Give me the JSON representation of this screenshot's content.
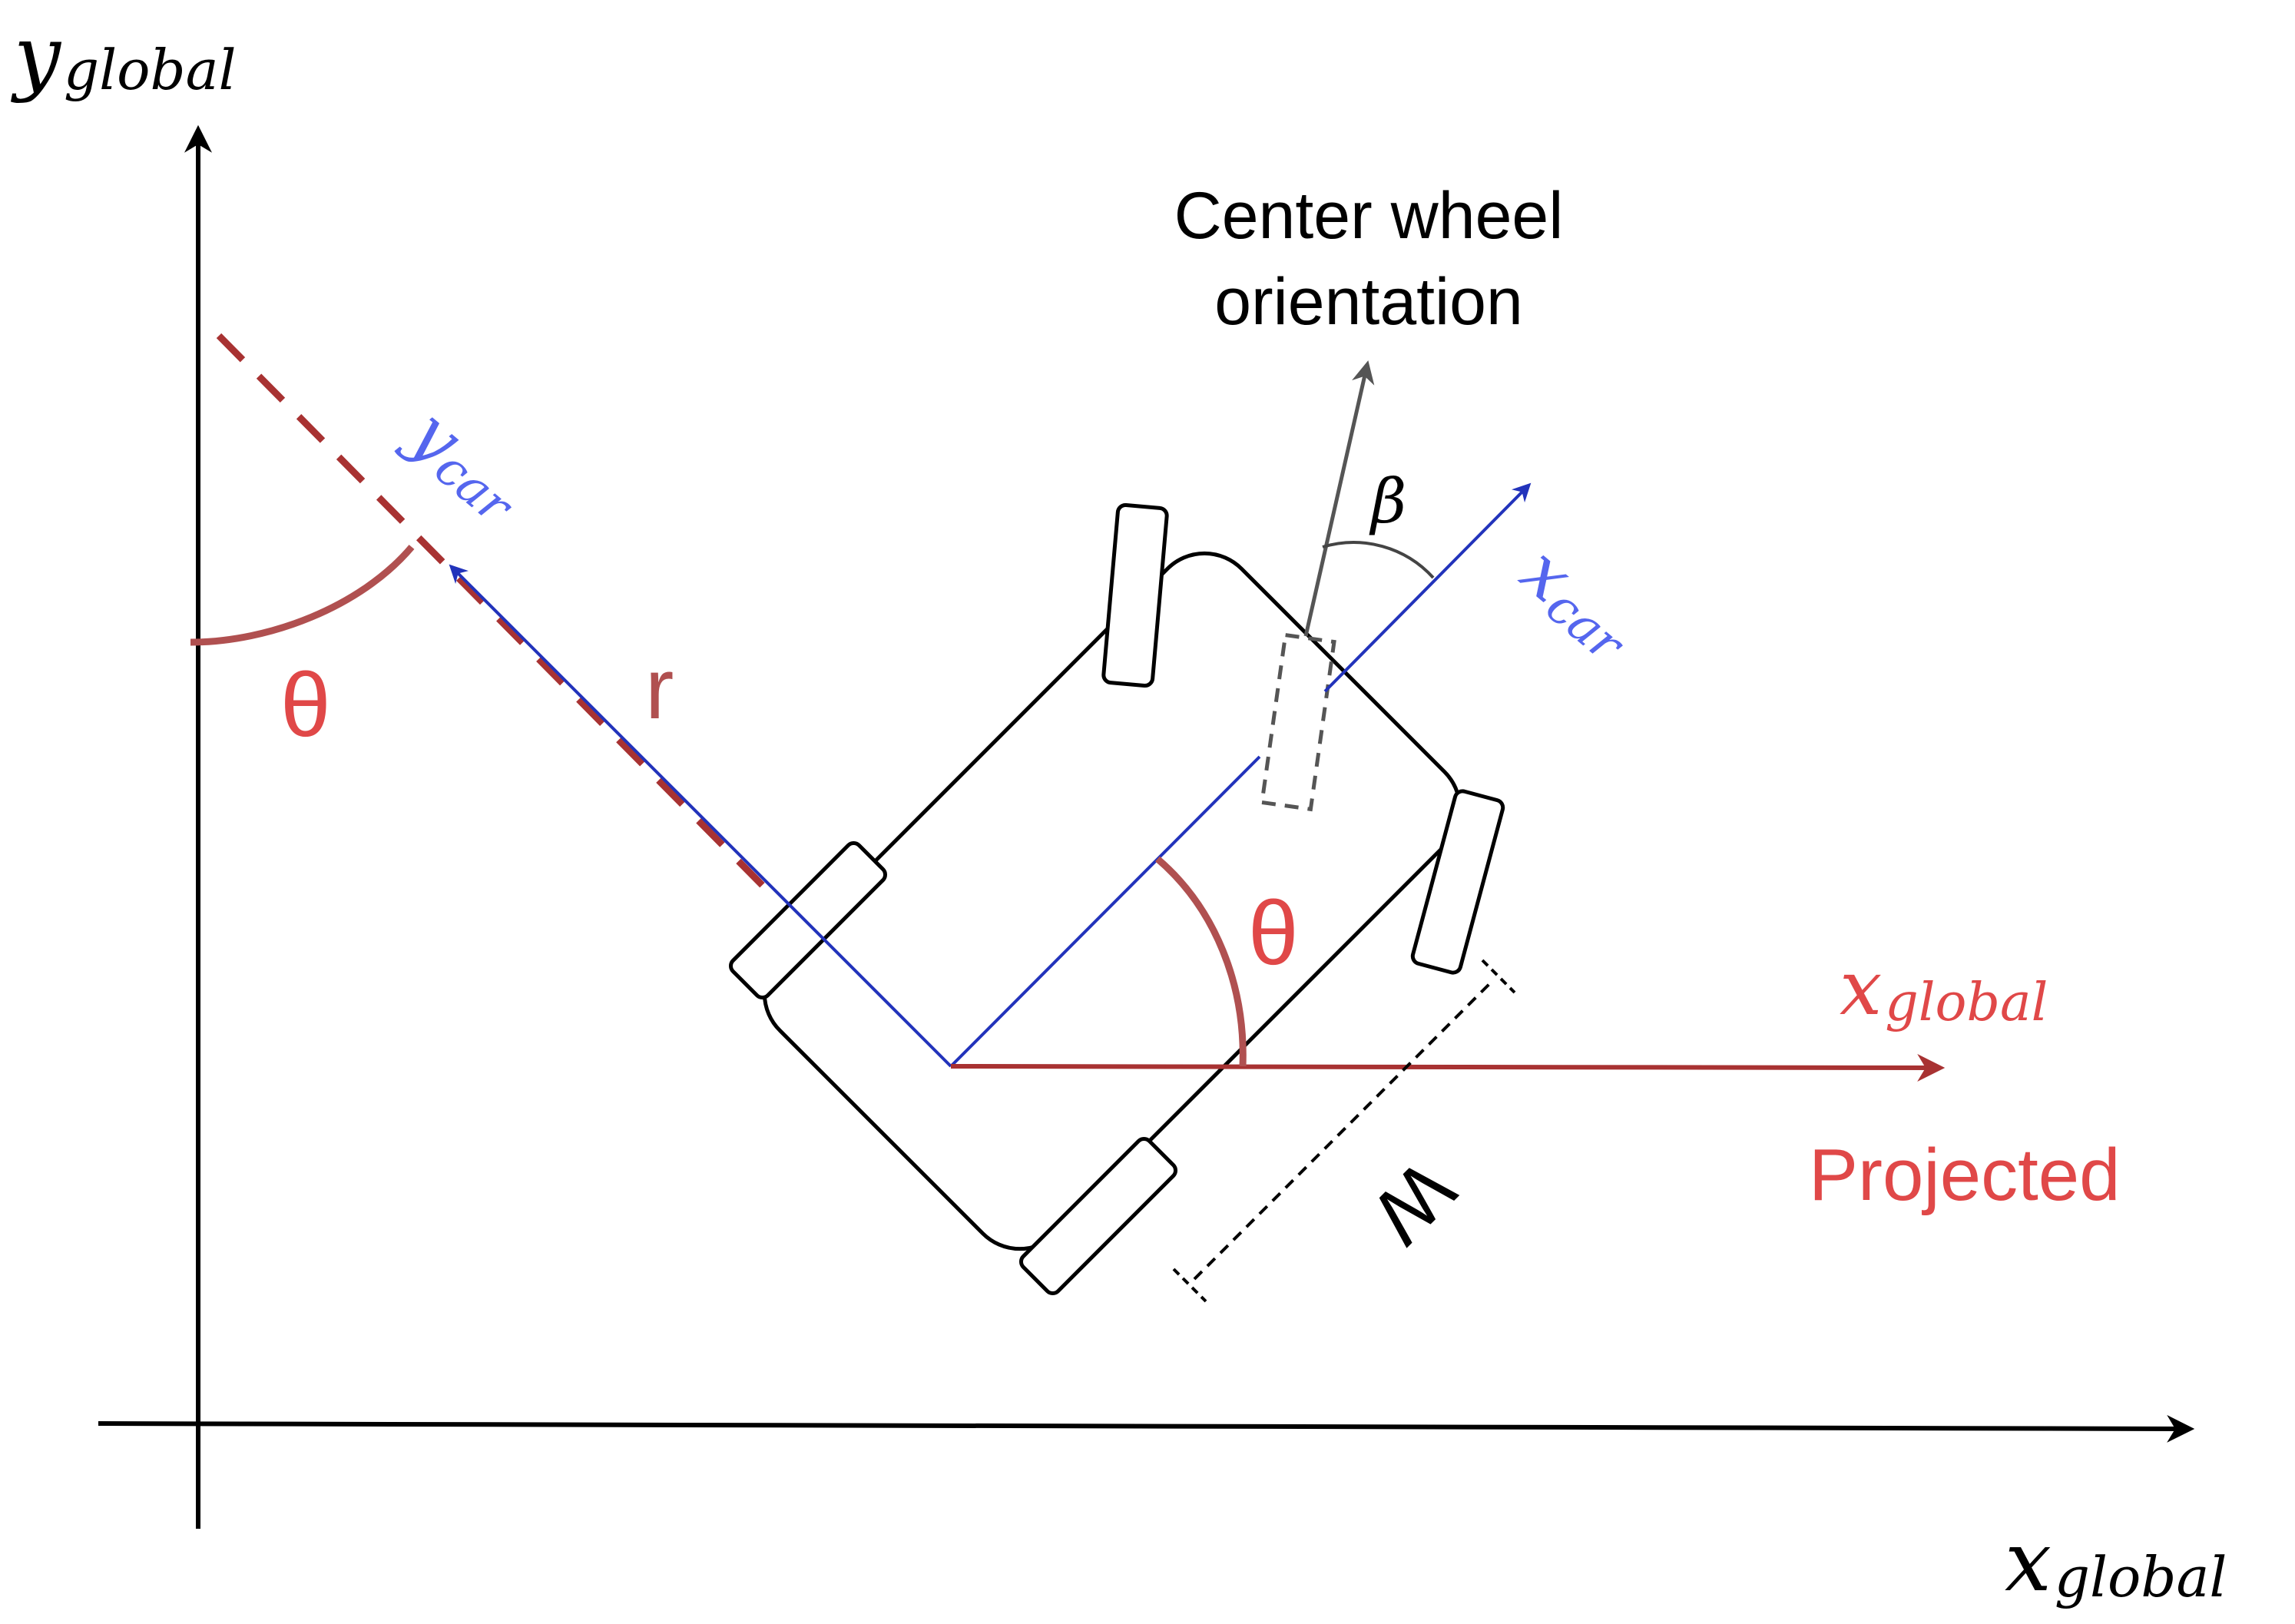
{
  "labels": {
    "y_global_main": "y",
    "y_global_sub": "global",
    "x_global_main": "x",
    "x_global_sub": "global",
    "x_global_proj_main": "x",
    "x_global_proj_sub": "global",
    "projected": "Projected",
    "y_car_main": "y",
    "y_car_sub": "car",
    "x_car_main": "x",
    "x_car_sub": "car",
    "center_wheel_line1": "Center wheel",
    "center_wheel_line2": "orientation",
    "beta": "β",
    "theta_left": "θ",
    "theta_car": "θ",
    "r": "r",
    "w": "W"
  },
  "colors": {
    "axis": "#000000",
    "car_axis_blue": "#2233bb",
    "car_label_blue": "#5566ee",
    "projection_red": "#a83232",
    "label_red": "#e04848",
    "arc_red": "#b05050",
    "wheel_gray": "#555555"
  }
}
